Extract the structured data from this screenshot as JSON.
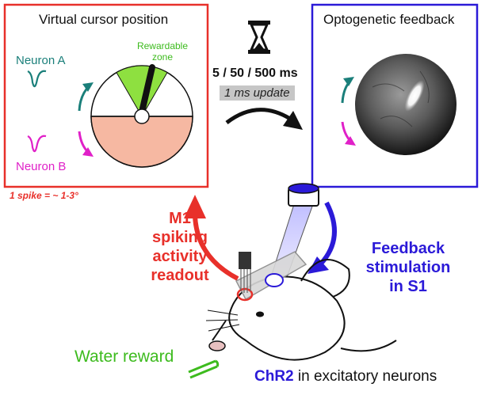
{
  "left_panel": {
    "title": "Virtual cursor position",
    "neuron_a": "Neuron A",
    "neuron_b": "Neuron B",
    "rewardable_zone": [
      "Rewardable",
      "zone"
    ],
    "spike_note": "1 spike = ~ 1-3°"
  },
  "right_panel": {
    "title": "Optogenetic feedback"
  },
  "middle": {
    "timings": "5 / 50 / 500 ms",
    "update": "1 ms update",
    "hourglass_icon": "hourglass-icon"
  },
  "readout": [
    "M1",
    "spiking",
    "activity",
    "readout"
  ],
  "feedback": [
    "Feedback",
    "stimulation",
    "in S1"
  ],
  "water_reward": "Water reward",
  "chr2": {
    "bold": "ChR2",
    "rest": " in excitatory neurons"
  },
  "colors": {
    "red": "#e8302a",
    "blue": "#2b1ad8",
    "teal": "#1a7f7a",
    "magenta": "#e020c8",
    "green": "#3dbb1e",
    "salmon": "#f6b8a2"
  }
}
